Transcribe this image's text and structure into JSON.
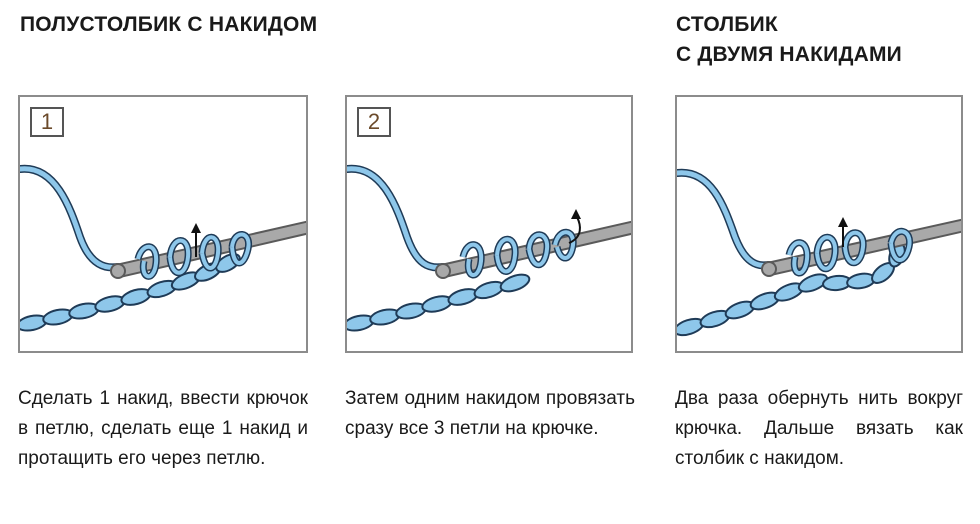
{
  "headings": {
    "left": "ПОЛУСТОЛБИК С НАКИДОМ",
    "right_line1": "СТОЛБИК",
    "right_line2": "С ДВУМЯ НАКИДАМИ"
  },
  "steps": [
    {
      "number": "1",
      "caption": "Сделать 1 накид, ввести крючок в петлю, сделать еще 1 накид и протащить его через петлю."
    },
    {
      "number": "2",
      "caption": "Затем одним накидом провязать сразу все 3 петли на крючке."
    },
    {
      "number": "",
      "caption": "Два раза обернуть нить вокруг крючка. Дальше вязать как столбик с накидом."
    }
  ],
  "colors": {
    "yarn_fill": "#8ec7ea",
    "yarn_outline": "#1f3b57",
    "hook": "#a9a9a9",
    "hook_outline": "#5a5a5a",
    "panel_border": "#8c8c8c",
    "badge_number": "#6b4a2a"
  }
}
